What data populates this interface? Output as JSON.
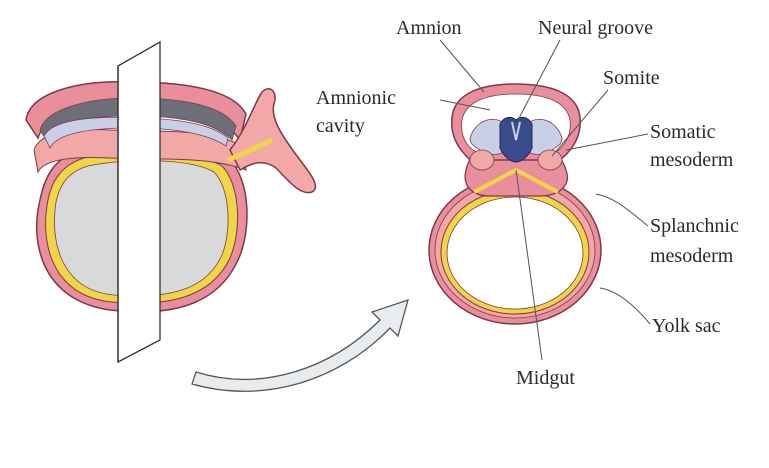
{
  "colors": {
    "ectoderm": "#e98f9c",
    "outline": "#7a3a4a",
    "mesoderm": "#f3a8a8",
    "endoderm": "#f0d646",
    "amnion_cavity": "#c9cfe6",
    "neural_tube": "#3a4b8c",
    "yolk_left": "#d9d9dc",
    "plane": "#ffffff",
    "arrow": "#e9ecef"
  },
  "labels": {
    "amnion": "Amnion",
    "neural_groove": "Neural groove",
    "somite": "Somite",
    "amnionic": "Amnionic",
    "cavity": "cavity",
    "somatic": "Somatic",
    "somatic_mesoderm": "mesoderm",
    "splanchnic": "Splanchnic",
    "splanchnic_mesoderm": "mesoderm",
    "yolk_sac": "Yolk sac",
    "midgut": "Midgut"
  },
  "icons": {
    "arrow": "curved-arrow-icon"
  }
}
